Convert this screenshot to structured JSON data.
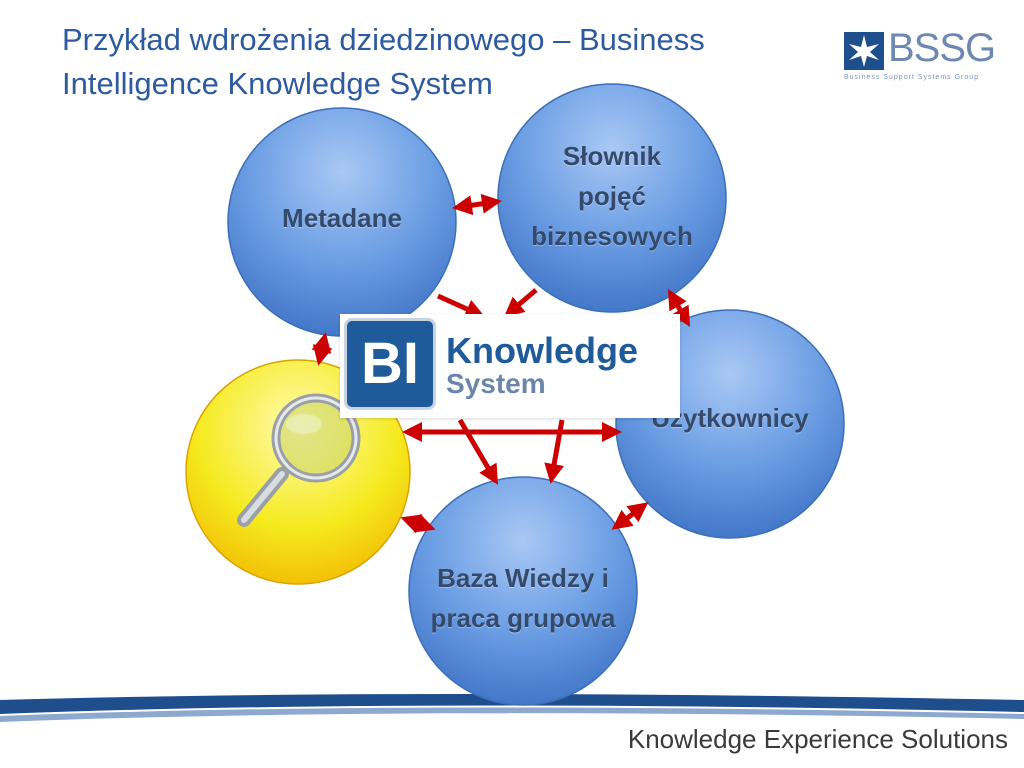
{
  "slide": {
    "title_line1": "Przykład wdrożenia dziedzinowego – Business",
    "title_line2": "Intelligence Knowledge System",
    "footer": "Knowledge Experience Solutions"
  },
  "logo": {
    "text": "BSSG",
    "subtitle": "Business Support Systems Group"
  },
  "center_box": {
    "letters": "BI",
    "word1": "Knowledge",
    "word2": "System"
  },
  "nodes": {
    "metadane": {
      "lines": [
        "Metadane"
      ]
    },
    "slownik": {
      "lines": [
        "Słownik",
        "pojęć",
        "biznesowych"
      ]
    },
    "uzytkownicy": {
      "lines": [
        "Użytkownicy"
      ]
    },
    "baza": {
      "lines": [
        "Baza Wiedzy i",
        "praca grupowa"
      ]
    },
    "search": {
      "icon": "magnifier-icon"
    }
  },
  "colors": {
    "title": "#2e5aa0",
    "node_blue": "#5b8fd9",
    "node_yellow": "#f2e41a",
    "arrow": "#cc0000",
    "footer_band": "#1f4e8c"
  }
}
